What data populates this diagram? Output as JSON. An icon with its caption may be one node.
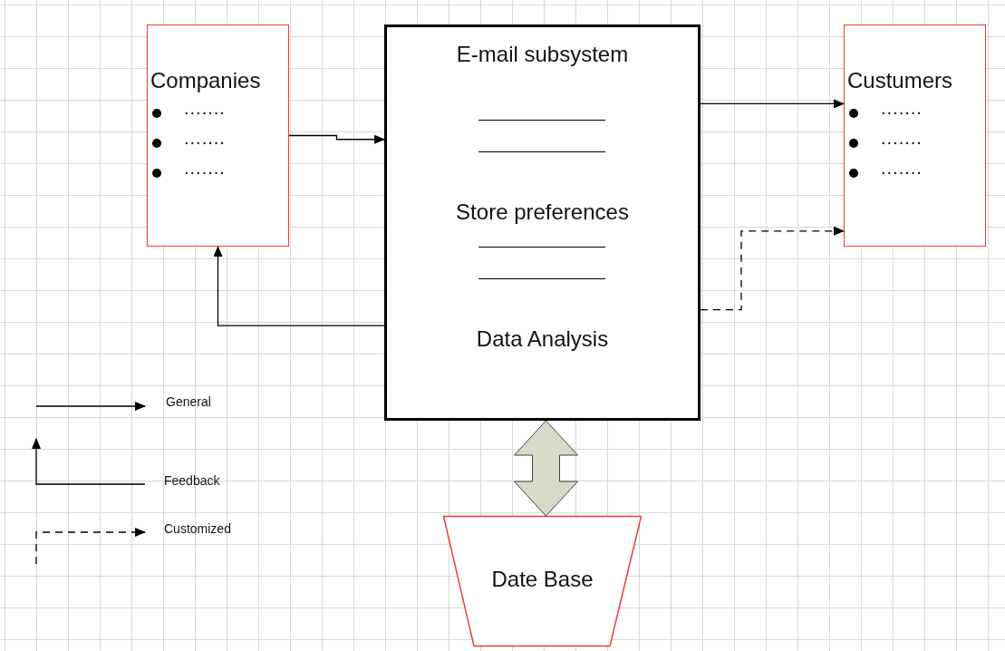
{
  "diagram": {
    "nodes": [
      {
        "text": [
          "Companies",
          ".......",
          ".......",
          "......."
        ]
      },
      {
        "text": [
          "E-mail subsystem",
          "Store preferences",
          "Data Analysis"
        ]
      },
      {
        "text": [
          "Custumers",
          ".......",
          ".......",
          "......."
        ]
      },
      {
        "text": [
          "Date Base"
        ]
      }
    ],
    "edges": [
      {
        "from": 0,
        "to": 1,
        "arrow": "to"
      },
      {
        "from": 1,
        "to": 2,
        "arrow": "to"
      },
      {
        "from": 1,
        "to": 0,
        "arrow": "to"
      },
      {
        "from": 1,
        "to": 2,
        "arrow": "to",
        "style": "dashed"
      },
      {
        "from": 1,
        "to": 3,
        "arrow": "both",
        "style": "thick",
        "color": "#d5dbc8"
      }
    ],
    "legend": [
      {
        "text": "General"
      },
      {
        "text": "Feedback"
      },
      {
        "text": "Customized"
      }
    ]
  }
}
